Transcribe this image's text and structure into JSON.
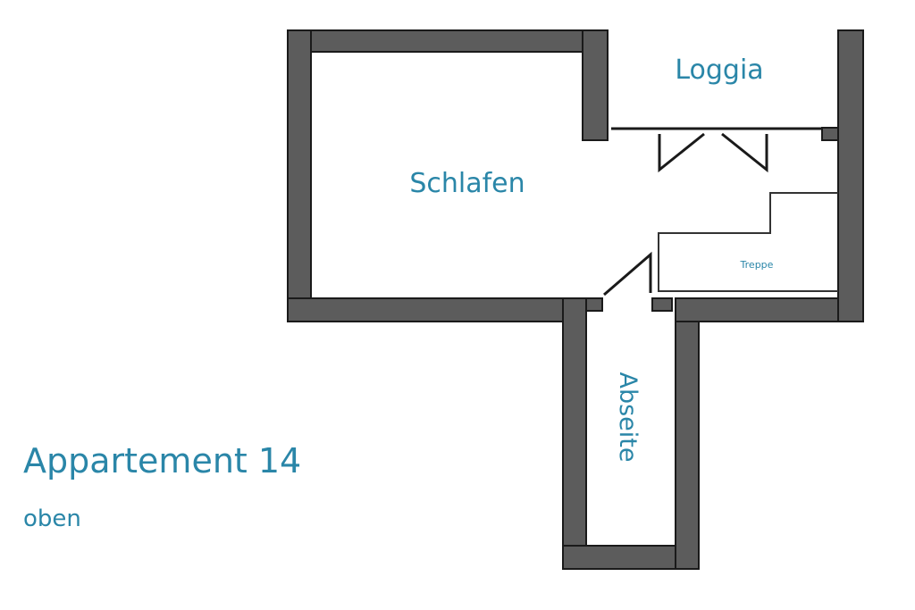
{
  "plan": {
    "title": "Appartement 14",
    "subtitle": "oben",
    "rooms": {
      "loggia": "Loggia",
      "schlafen": "Schlafen",
      "treppe": "Treppe",
      "abseite": "Abseite"
    },
    "colors": {
      "label": "#2a86a8",
      "wall": "#5c5c5c"
    }
  }
}
